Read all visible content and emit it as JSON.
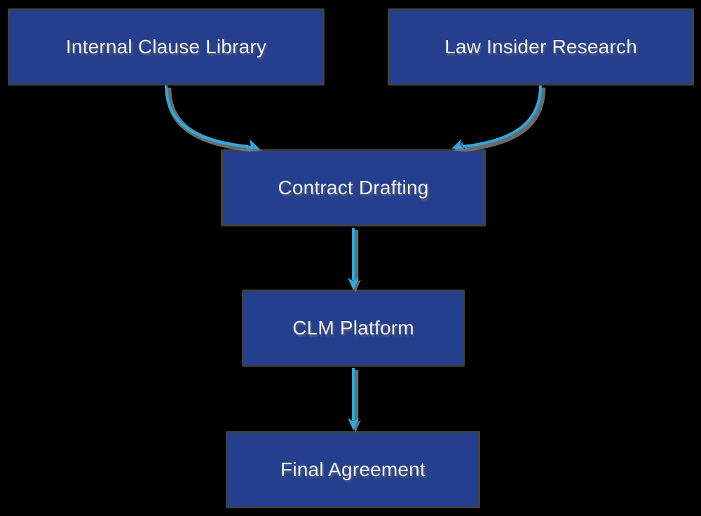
{
  "diagram": {
    "type": "flowchart",
    "direction": "top-down",
    "colors": {
      "background": "#000000",
      "node_fill": "#243F8D",
      "node_border": "#3E4145",
      "text": "#F2F3F7",
      "arrow": "#2BA9E1",
      "arrow_shadow": "#7E7E7E"
    },
    "nodes": [
      {
        "id": "internal-clause-library",
        "label": "Internal Clause Library"
      },
      {
        "id": "law-insider-research",
        "label": "Law Insider Research"
      },
      {
        "id": "contract-drafting",
        "label": "Contract Drafting"
      },
      {
        "id": "clm-platform",
        "label": "CLM Platform"
      },
      {
        "id": "final-agreement",
        "label": "Final Agreement"
      }
    ],
    "edges": [
      {
        "from": "internal-clause-library",
        "to": "contract-drafting"
      },
      {
        "from": "law-insider-research",
        "to": "contract-drafting"
      },
      {
        "from": "contract-drafting",
        "to": "clm-platform"
      },
      {
        "from": "clm-platform",
        "to": "final-agreement"
      }
    ]
  }
}
